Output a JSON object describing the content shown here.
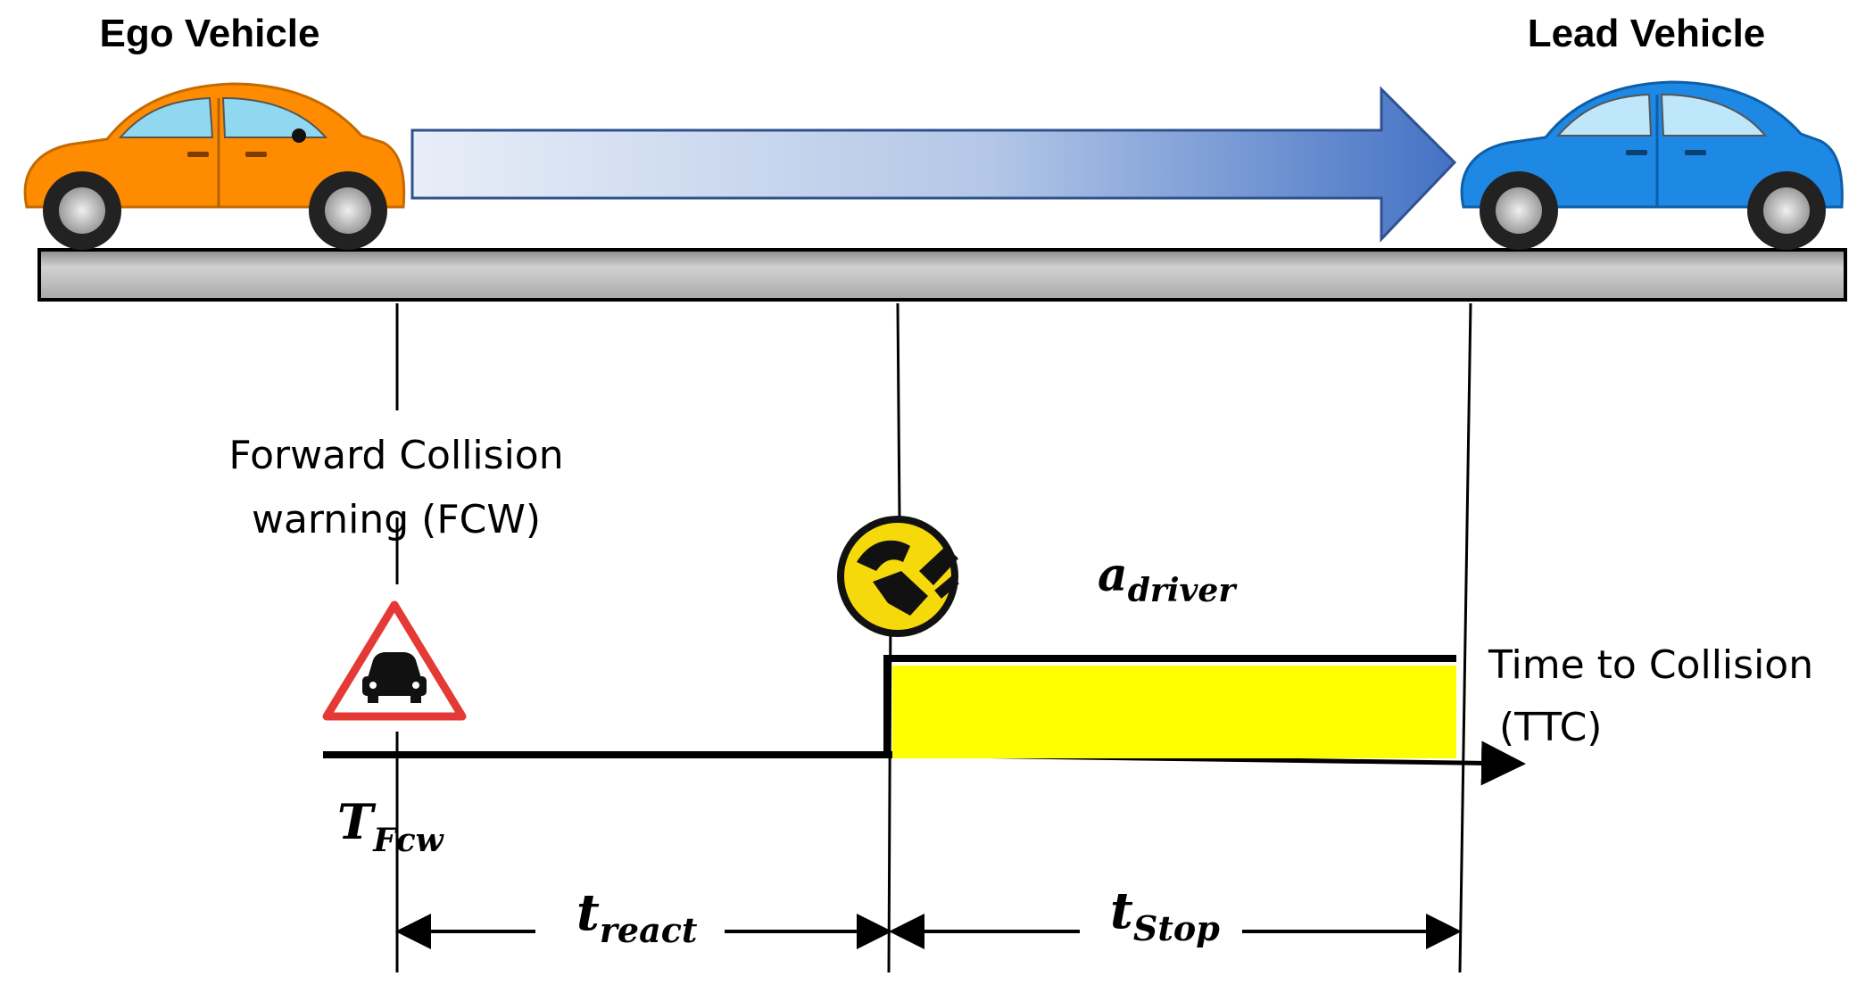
{
  "labels": {
    "ego_vehicle": "Ego Vehicle",
    "lead_vehicle": "Lead Vehicle",
    "fcw_line1": "Forward Collision",
    "fcw_line2": "warning (FCW)",
    "ttc_line1": "Time to Collision",
    "ttc_line2": "(TTC)",
    "t_fcw_main": "T",
    "t_fcw_sub": "Fcw",
    "a_driver_main": "a",
    "a_driver_sub": "driver",
    "t_react_main": "t",
    "t_react_sub": "react",
    "t_stop_main": "t",
    "t_stop_sub": "Stop"
  },
  "colors": {
    "ego_car": "#FF8C00",
    "lead_car": "#1E88E5",
    "arrow_start": "#E8EEF8",
    "arrow_end": "#4472C4",
    "road": "#BDBDBD",
    "decel_fill": "#FFFF00",
    "warning_red": "#E53935",
    "pedal_icon": "#F5D90A"
  },
  "icons": {
    "warning": "forward-collision-warning-icon",
    "pedal": "brake-pedal-icon"
  }
}
